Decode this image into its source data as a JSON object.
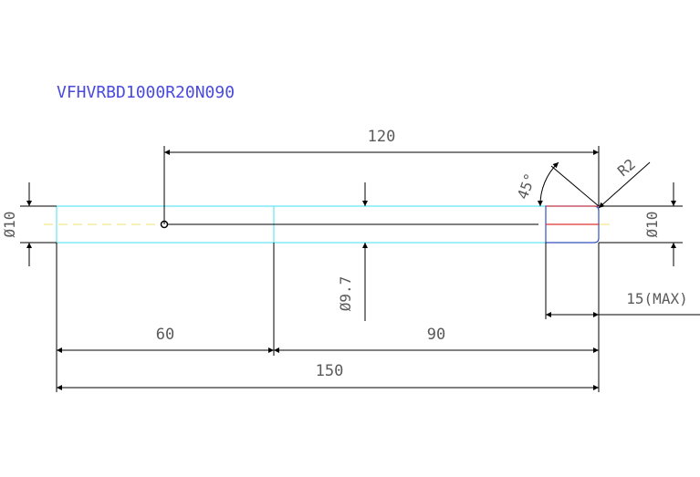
{
  "part_code": "VFHVRBD1000R20N090",
  "dimensions": {
    "overall_length": "150",
    "length_left": "60",
    "length_right": "90",
    "length_120": "120",
    "dia_left": "Ø10",
    "dia_right": "Ø10",
    "dia_mid": "Ø9.7",
    "angle": "45°",
    "radius": "R2",
    "tip_length": "15(MAX)"
  },
  "colors": {
    "background": "#ffffff",
    "title": "#4a4adc",
    "dimension_line": "#000000",
    "dimension_text": "#5a5a5a",
    "shank_outline": "#66e6f0",
    "center_line": "#f0e06a",
    "tip_outline": "#3050c0",
    "tip_face": "#e03030",
    "axis": "#000000"
  }
}
